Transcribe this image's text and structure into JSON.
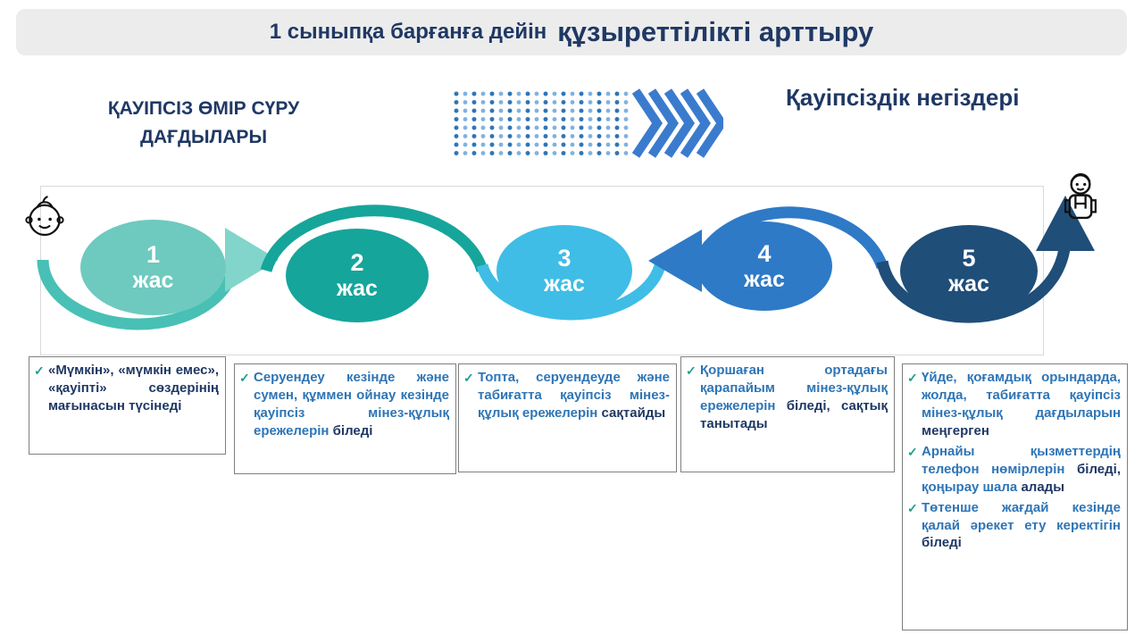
{
  "header": {
    "title_prefix": "1 сыныпқа барғанға дейін",
    "title_main": "құзыреттілікті арттыру"
  },
  "subheader": {
    "left_line1": "ҚАУІПСІЗ ӨМІР СҮРУ",
    "left_line2": "ДАҒДЫЛАРЫ",
    "right_title": "Қауіпсіздік негіздері"
  },
  "timeline": {
    "stages": [
      {
        "number": "1",
        "label": "жас",
        "color": "#6ecabf"
      },
      {
        "number": "2",
        "label": "жас",
        "color": "#16a59b"
      },
      {
        "number": "3",
        "label": "жас",
        "color": "#3fbde6"
      },
      {
        "number": "4",
        "label": "жас",
        "color": "#2e7ac7"
      },
      {
        "number": "5",
        "label": "жас",
        "color": "#1f4e79"
      }
    ]
  },
  "colors": {
    "title": "#1f3864",
    "body_blue": "#2e75b6",
    "body_dark": "#1f3864",
    "check": "#1e9e8f",
    "arcs": [
      "#49c0b5",
      "#16a59b",
      "#3fbde6",
      "#2e7ac7",
      "#1f4e79"
    ],
    "arrowheads": [
      "#82d5ca",
      "#2e7ac7",
      "#1f4e79"
    ]
  },
  "check_glyph": "✓",
  "boxes": [
    {
      "items": [
        {
          "parts": [
            {
              "text": "«Мүмкін», «мүмкін емес», «қауіпті» сөздерінің мағынасын ",
              "dark": true
            },
            {
              "text": "түсінеді",
              "dark": true
            }
          ]
        }
      ]
    },
    {
      "items": [
        {
          "parts": [
            {
              "text": "Серуендеу кезінде және сумен, құммен ойнау кезінде қауіпсіз мінез-құлық ережелерін ",
              "dark": false
            },
            {
              "text": "біледі",
              "dark": true
            }
          ]
        }
      ]
    },
    {
      "items": [
        {
          "parts": [
            {
              "text": "Топта, серуендеуде және табиғатта қауіпсіз мінез-құлық ережелерін ",
              "dark": false
            },
            {
              "text": "сақтайды",
              "dark": true
            }
          ]
        }
      ]
    },
    {
      "items": [
        {
          "parts": [
            {
              "text": "Қоршаған ортадағы қарапайым мінез-құлық ережелерін ",
              "dark": false
            },
            {
              "text": "біледі, сақтық танытады",
              "dark": true
            }
          ]
        }
      ]
    },
    {
      "items": [
        {
          "parts": [
            {
              "text": "Үйде, қоғамдық орындарда, жолда, табиғатта қауіпсіз мінез-құлық дағдыларын ",
              "dark": false
            },
            {
              "text": "меңгерген",
              "dark": true
            }
          ]
        },
        {
          "parts": [
            {
              "text": "Арнайы қызметтердің телефон нөмірлерін ",
              "dark": false
            },
            {
              "text": "біледі,",
              "dark": true
            },
            {
              "text": " қоңырау шала ",
              "dark": false
            },
            {
              "text": "алады",
              "dark": true
            }
          ]
        },
        {
          "parts": [
            {
              "text": "Төтенше жағдай кезінде қалай әрекет ету керектігін ",
              "dark": false
            },
            {
              "text": "біледі",
              "dark": true
            }
          ]
        }
      ]
    }
  ],
  "icons": {
    "left": "child-face-icon",
    "right": "student-icon",
    "pattern": "dotted-arrow-pattern",
    "chevrons": "chevron-right-icons"
  }
}
